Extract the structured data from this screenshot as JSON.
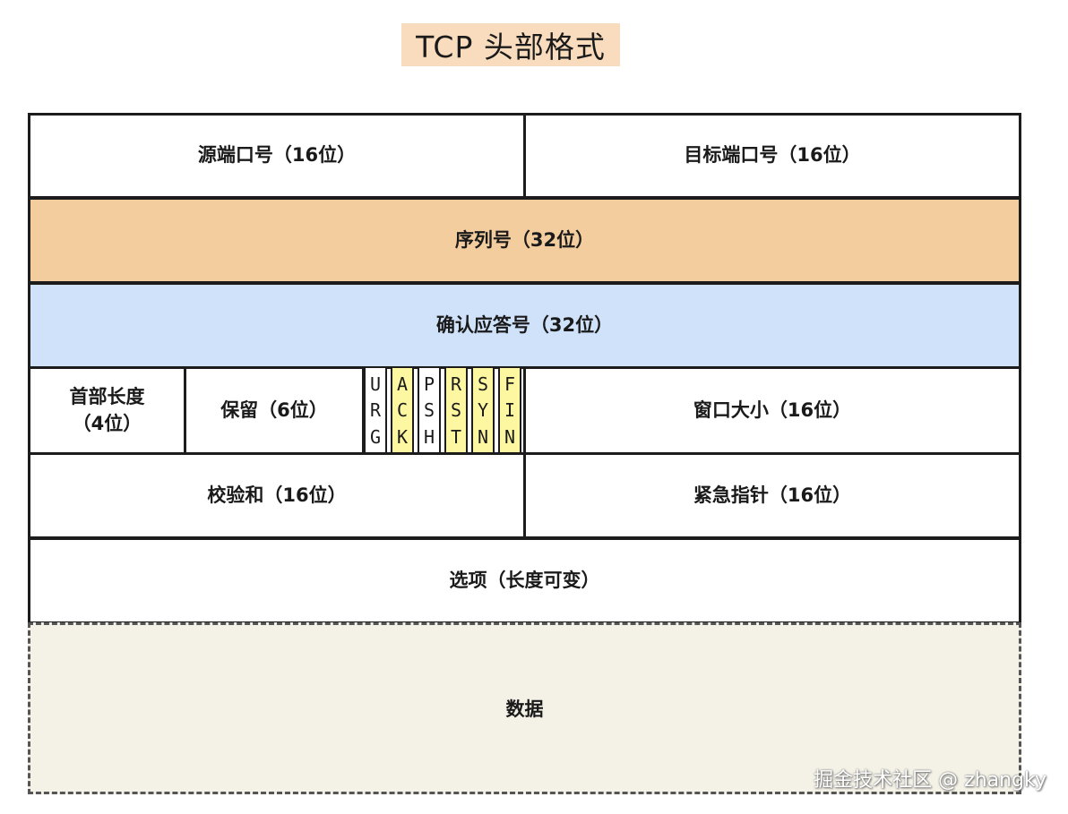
{
  "title": "TCP 头部格式",
  "colors": {
    "title_highlight": "#f9dcbd",
    "sequence_row": "#f4cd9f",
    "ack_row": "#cfe2fa",
    "flag_highlight": "#fef7a1",
    "data_area": "#f4f2e7"
  },
  "rows": {
    "source_port": "源端口号（16位）",
    "dest_port": "目标端口号（16位）",
    "sequence": "序列号（32位）",
    "ack_number": "确认应答号（32位）",
    "header_length": "首部长度（4位）",
    "reserved": "保留（6位）",
    "window": "窗口大小（16位）",
    "checksum": "校验和（16位）",
    "urgent_pointer": "紧急指针（16位）",
    "options": "选项（长度可变）",
    "data": "数据"
  },
  "header_length_lines": [
    "首部长度",
    "（4位）"
  ],
  "flags": [
    {
      "letters": [
        "U",
        "R",
        "G"
      ],
      "highlight": false
    },
    {
      "letters": [
        "A",
        "C",
        "K"
      ],
      "highlight": true
    },
    {
      "letters": [
        "P",
        "S",
        "H"
      ],
      "highlight": false
    },
    {
      "letters": [
        "R",
        "S",
        "T"
      ],
      "highlight": true
    },
    {
      "letters": [
        "S",
        "Y",
        "N"
      ],
      "highlight": true
    },
    {
      "letters": [
        "F",
        "I",
        "N"
      ],
      "highlight": true
    }
  ],
  "watermark": "掘金技术社区 @ zhangky"
}
